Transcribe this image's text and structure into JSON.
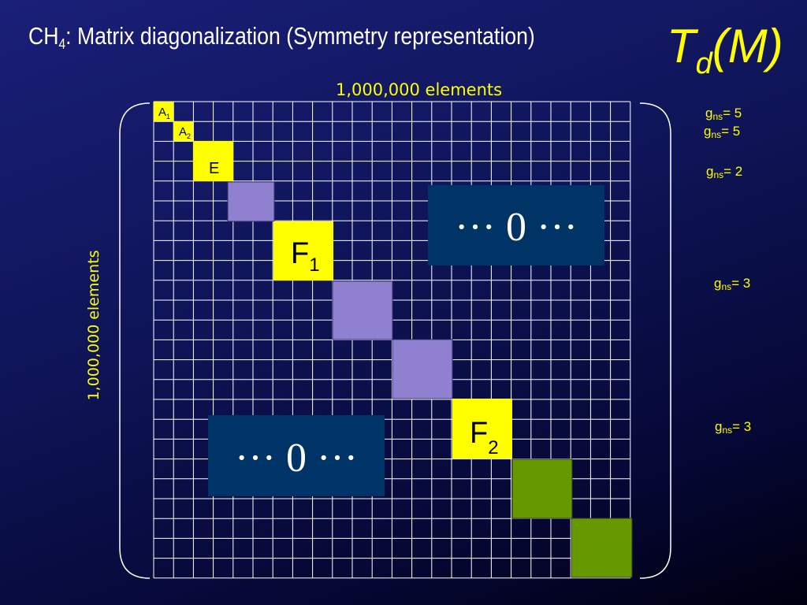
{
  "title": {
    "prefix": "CH",
    "subscript": "4",
    "suffix": ": Matrix diagonalization (Symmetry representation)"
  },
  "group_label": {
    "main": "T",
    "subscript": "d",
    "suffix": "(M)"
  },
  "top_label": "1,000,000 elements",
  "side_label": "1,000,000 elements",
  "colors": {
    "grid_line": "#ffffff",
    "symmetry_block": "#ffff00",
    "purple_block": "#9080d0",
    "green_block": "#669900",
    "zero_box": "#003366",
    "label_text": "#ffff00"
  },
  "blocks": [
    {
      "id": "A1",
      "label": "A",
      "subscript": "1",
      "color": "yellow"
    },
    {
      "id": "A2",
      "label": "A",
      "subscript": "2",
      "color": "yellow"
    },
    {
      "id": "E",
      "label": "E",
      "subscript": "",
      "color": "yellow"
    },
    {
      "id": "E-second",
      "label": "",
      "subscript": "",
      "color": "purple"
    },
    {
      "id": "F1",
      "label": "F",
      "subscript": "1",
      "color": "yellow"
    },
    {
      "id": "F1-second",
      "label": "",
      "subscript": "",
      "color": "purple"
    },
    {
      "id": "F1-third",
      "label": "",
      "subscript": "",
      "color": "purple"
    },
    {
      "id": "F2",
      "label": "F",
      "subscript": "2",
      "color": "yellow"
    },
    {
      "id": "F2-second",
      "label": "",
      "subscript": "",
      "color": "green"
    },
    {
      "id": "F2-third",
      "label": "",
      "subscript": "",
      "color": "green"
    }
  ],
  "zero_boxes": [
    {
      "position": "upper-right",
      "text": "··· 0 ···"
    },
    {
      "position": "lower-left",
      "text": "··· 0 ···"
    }
  ],
  "gns_labels": [
    {
      "prefix": "g",
      "subscript": "ns",
      "value": "= 5"
    },
    {
      "prefix": "g",
      "subscript": "ns",
      "value": "= 5"
    },
    {
      "prefix": "g",
      "subscript": "ns",
      "value": "= 2"
    },
    {
      "prefix": "g",
      "subscript": "ns",
      "value": "= 3"
    },
    {
      "prefix": "g",
      "subscript": "ns",
      "value": "= 3"
    }
  ]
}
